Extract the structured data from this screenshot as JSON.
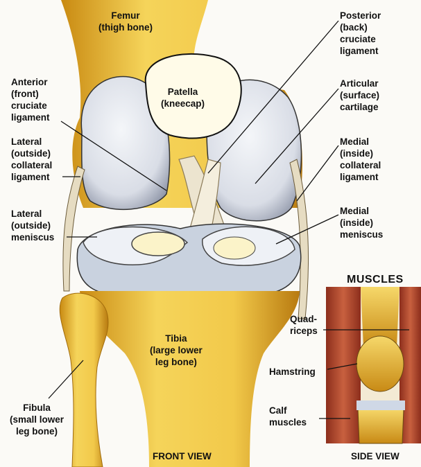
{
  "labels": {
    "femur": "Femur\n(thigh bone)",
    "patella": "Patella\n(kneecap)",
    "posterior_cruciate": "Posterior\n(back)\ncruciate\nligament",
    "anterior_cruciate": "Anterior\n(front)\ncruciate\nligament",
    "articular_cartilage": "Articular\n(surface)\ncartilage",
    "lateral_collateral": "Lateral\n(outside)\ncollateral\nligament",
    "medial_collateral": "Medial\n(inside)\ncollateral\nligament",
    "lateral_meniscus": "Lateral\n(outside)\nmeniscus",
    "medial_meniscus": "Medial\n(inside)\nmeniscus",
    "tibia": "Tibia\n(large lower\nleg bone)",
    "fibula": "Fibula\n(small lower\nleg bone)",
    "quadriceps": "Quad-\nriceps",
    "hamstring": "Hamstring",
    "calf_muscles": "Calf\nmuscles",
    "muscles_title": "MUSCLES",
    "front_view": "FRONT VIEW",
    "side_view": "SIDE VIEW"
  },
  "colors": {
    "bone": "#f2c94a",
    "bone_shadow": "#c8860f",
    "cartilage": "#dfe3ea",
    "muscle": "#a8412a",
    "line": "#111111"
  }
}
